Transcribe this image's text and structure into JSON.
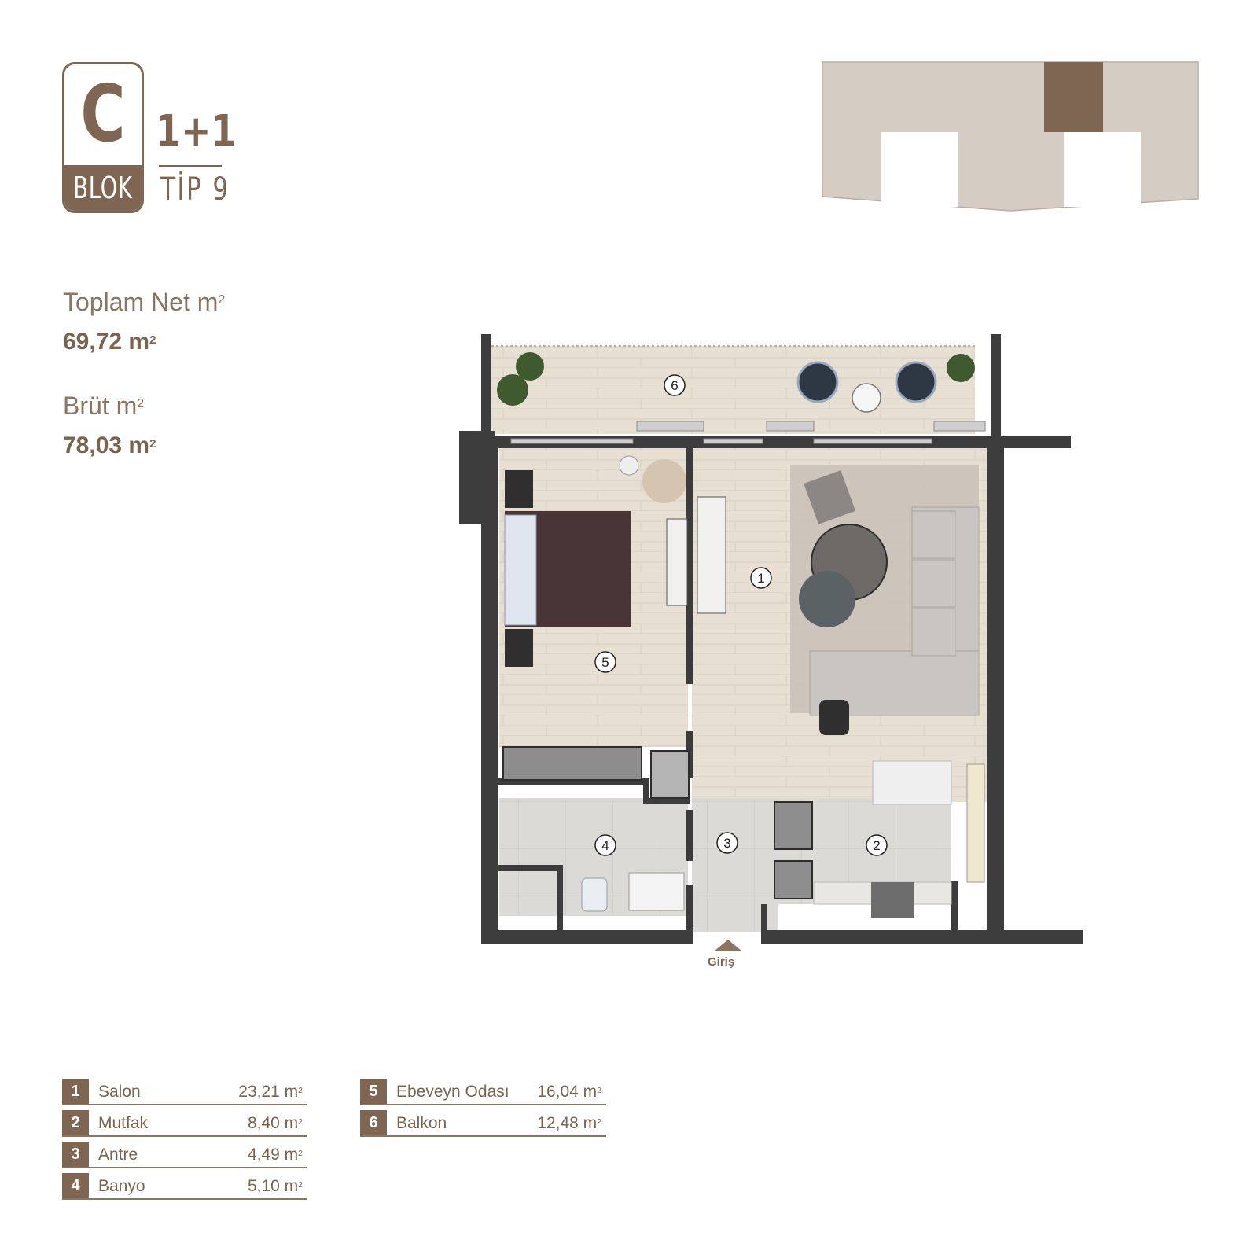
{
  "block": {
    "letter": "C",
    "word": "BLOK"
  },
  "unit": {
    "type": "1+1",
    "tip": "TİP 9"
  },
  "areas": {
    "net_label": "Toplam Net m",
    "net_value": "69,72 m",
    "gross_label": "Brüt m",
    "gross_value": "78,03 m",
    "sup": "2"
  },
  "plan": {
    "room_numbers": [
      "1",
      "2",
      "3",
      "4",
      "5",
      "6"
    ],
    "entry_label": "Giriş"
  },
  "rooms": [
    {
      "no": "1",
      "name": "Salon",
      "area": "23,21 m"
    },
    {
      "no": "2",
      "name": "Mutfak",
      "area": "8,40 m"
    },
    {
      "no": "3",
      "name": "Antre",
      "area": "4,49 m"
    },
    {
      "no": "4",
      "name": "Banyo",
      "area": "5,10 m"
    },
    {
      "no": "5",
      "name": "Ebeveyn Odası",
      "area": "16,04 m"
    },
    {
      "no": "6",
      "name": "Balkon",
      "area": "12,48 m"
    }
  ],
  "colors": {
    "brand": "#7e6652",
    "key_plan_fill": "#d5cdc4",
    "key_plan_highlight": "#7e6652",
    "wall": "#3c3c3c",
    "wood_floor": "#e6ddd2",
    "tile_floor": "#d9d7d4"
  }
}
